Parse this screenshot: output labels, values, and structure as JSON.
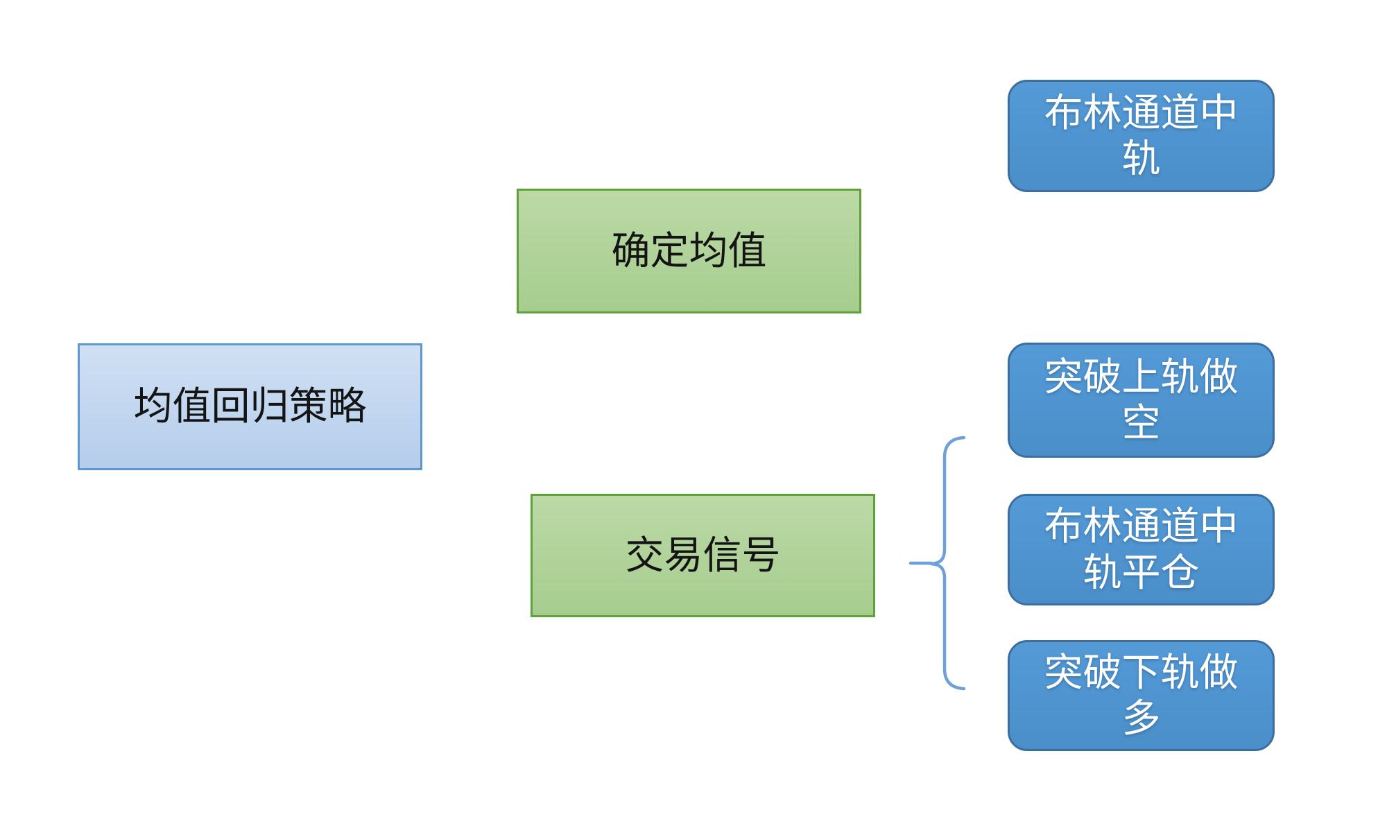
{
  "diagram": {
    "root": {
      "label": "均值回归策略"
    },
    "branches": [
      {
        "label": "确定均值",
        "children": [
          {
            "label": "布林通道中轨"
          }
        ]
      },
      {
        "label": "交易信号",
        "children": [
          {
            "label": "突破上轨做空"
          },
          {
            "label": "布林通道中轨平仓"
          },
          {
            "label": "突破下轨做多"
          }
        ]
      }
    ],
    "colors": {
      "root_fill_top": "#d0e0f4",
      "root_fill_bottom": "#b5cdeb",
      "root_border": "#5d99d0",
      "branch_fill_top": "#bcd9a6",
      "branch_fill_bottom": "#a6cd8f",
      "branch_border": "#5fa23c",
      "leaf_fill_top": "#549ad7",
      "leaf_fill_bottom": "#4a8fc9",
      "leaf_border": "#3c6e9f",
      "brace": "#6fa0d8",
      "text_dark": "#141414",
      "text_light": "#ffffff"
    }
  }
}
